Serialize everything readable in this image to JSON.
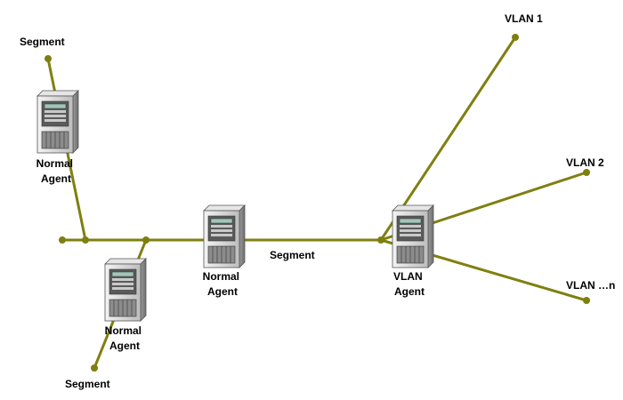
{
  "colors": {
    "link": "#7f7f10",
    "dot": "#7f7f10",
    "server_body": "#d0d0d0",
    "server_shade": "#8c8c8c",
    "server_panel": "#5a5a5a",
    "server_screen": "#9fc6b8"
  },
  "labels": {
    "segment_top": "Segment",
    "segment_bottom": "Segment",
    "segment_middle": "Segment",
    "vlan_1": "VLAN 1",
    "vlan_2": "VLAN 2",
    "vlan_n": "VLAN …n",
    "agent_top": [
      "Normal",
      "Agent"
    ],
    "agent_low": [
      "Normal",
      "Agent"
    ],
    "agent_mid": [
      "Normal",
      "Agent"
    ],
    "agent_vlan": [
      "VLAN",
      "Agent"
    ]
  },
  "icons": {
    "server": "server-tower-icon"
  }
}
